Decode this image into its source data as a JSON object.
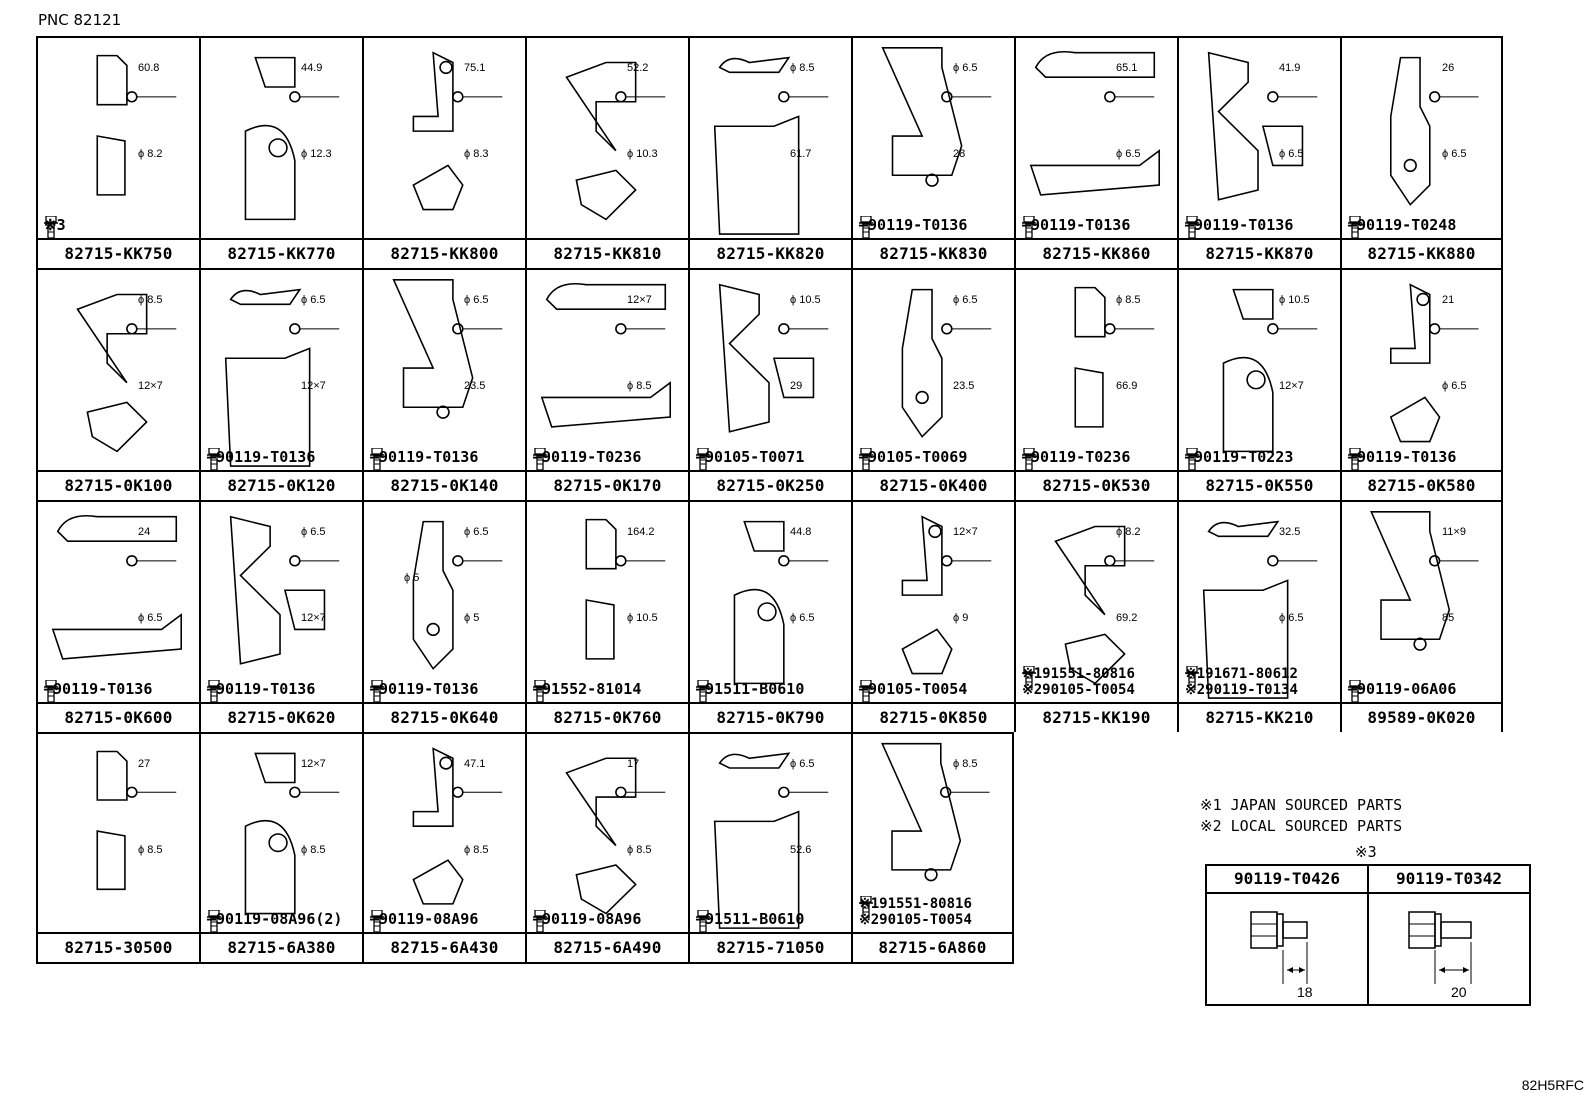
{
  "pnc": "PNC 82121",
  "rows": [
    [
      {
        "pn": "82715-KK750",
        "dims": [
          "60.8",
          "ϕ 8.2"
        ],
        "bolt": "※3"
      },
      {
        "pn": "82715-KK770",
        "dims": [
          "44.9",
          "ϕ 12.3"
        ]
      },
      {
        "pn": "82715-KK800",
        "dims": [
          "75.1",
          "ϕ 8.3"
        ]
      },
      {
        "pn": "82715-KK810",
        "dims": [
          "52.2",
          "ϕ 10.3"
        ]
      },
      {
        "pn": "82715-KK820",
        "dims": [
          "ϕ 8.5",
          "61.7"
        ]
      },
      {
        "pn": "82715-KK830",
        "dims": [
          "ϕ 6.5",
          "28"
        ],
        "bolt": "90119-T0136"
      },
      {
        "pn": "82715-KK860",
        "dims": [
          "65.1",
          "ϕ 6.5"
        ],
        "bolt": "90119-T0136"
      },
      {
        "pn": "82715-KK870",
        "dims": [
          "41.9",
          "ϕ 6.5"
        ],
        "bolt": "90119-T0136"
      },
      {
        "pn": "82715-KK880",
        "dims": [
          "26",
          "ϕ 6.5"
        ],
        "bolt": "90119-T0248"
      }
    ],
    [
      {
        "pn": "82715-0K100",
        "dims": [
          "ϕ 8.5",
          "12×7"
        ]
      },
      {
        "pn": "82715-0K120",
        "dims": [
          "ϕ 6.5",
          "12×7"
        ],
        "bolt": "90119-T0136"
      },
      {
        "pn": "82715-0K140",
        "dims": [
          "ϕ 6.5",
          "23.5"
        ],
        "bolt": "90119-T0136"
      },
      {
        "pn": "82715-0K170",
        "dims": [
          "12×7",
          "ϕ 8.5"
        ],
        "bolt": "90119-T0236"
      },
      {
        "pn": "82715-0K250",
        "dims": [
          "ϕ 10.5",
          "29"
        ],
        "bolt": "90105-T0071"
      },
      {
        "pn": "82715-0K400",
        "dims": [
          "ϕ 6.5",
          "23.5"
        ],
        "bolt": "90105-T0069"
      },
      {
        "pn": "82715-0K530",
        "dims": [
          "ϕ 8.5",
          "66.9"
        ],
        "bolt": "90119-T0236"
      },
      {
        "pn": "82715-0K550",
        "dims": [
          "ϕ 10.5",
          "12×7"
        ],
        "bolt": "90119-T0223"
      },
      {
        "pn": "82715-0K580",
        "dims": [
          "21",
          "ϕ 6.5"
        ],
        "bolt": "90119-T0136"
      }
    ],
    [
      {
        "pn": "82715-0K600",
        "dims": [
          "24",
          "ϕ 6.5"
        ],
        "bolt": "90119-T0136"
      },
      {
        "pn": "82715-0K620",
        "dims": [
          "ϕ 6.5",
          "12×7"
        ],
        "bolt": "90119-T0136"
      },
      {
        "pn": "82715-0K640",
        "dims": [
          "ϕ 6.5",
          "ϕ 5",
          "ϕ 5"
        ],
        "bolt": "90119-T0136"
      },
      {
        "pn": "82715-0K760",
        "dims": [
          "164.2",
          "ϕ 10.5"
        ],
        "bolt": "91552-81014"
      },
      {
        "pn": "82715-0K790",
        "dims": [
          "44.8",
          "ϕ 6.5"
        ],
        "bolt": "91511-B0610"
      },
      {
        "pn": "82715-0K850",
        "dims": [
          "12×7",
          "ϕ 9"
        ],
        "bolt": "90105-T0054"
      },
      {
        "pn": "82715-KK190",
        "dims": [
          "ϕ 8.2",
          "69.2"
        ],
        "bolt2": [
          "※191551-80816",
          "※290105-T0054"
        ]
      },
      {
        "pn": "82715-KK210",
        "dims": [
          "32.5",
          "ϕ 6.5"
        ],
        "bolt2": [
          "※191671-80612",
          "※290119-T0134"
        ]
      },
      {
        "pn": "89589-0K020",
        "dims": [
          "11×9",
          "85"
        ],
        "bolt": "90119-06A06"
      }
    ],
    [
      {
        "pn": "82715-30500",
        "dims": [
          "27",
          "ϕ 8.5"
        ]
      },
      {
        "pn": "82715-6A380",
        "dims": [
          "12×7",
          "ϕ 8.5"
        ],
        "bolt": "90119-08A96(2)"
      },
      {
        "pn": "82715-6A430",
        "dims": [
          "47.1",
          "ϕ 8.5"
        ],
        "bolt": "90119-08A96"
      },
      {
        "pn": "82715-6A490",
        "dims": [
          "17",
          "ϕ 8.5"
        ],
        "bolt": "90119-08A96"
      },
      {
        "pn": "82715-71050",
        "dims": [
          "ϕ 6.5",
          "52.6"
        ],
        "bolt": "91511-B0610"
      },
      {
        "pn": "82715-6A860",
        "dims": [
          "ϕ 8.5"
        ],
        "bolt2": [
          "※191551-80816",
          "※290105-T0054"
        ]
      }
    ]
  ],
  "notes": {
    "n1": "※1 JAPAN SOURCED PARTS",
    "n2": "※2 LOCAL SOURCED PARTS",
    "n3": "※3",
    "bolt_a": "90119-T0426",
    "bolt_b": "90119-T0342",
    "len_a": "18",
    "len_b": "20"
  },
  "code": "82H5RFC"
}
